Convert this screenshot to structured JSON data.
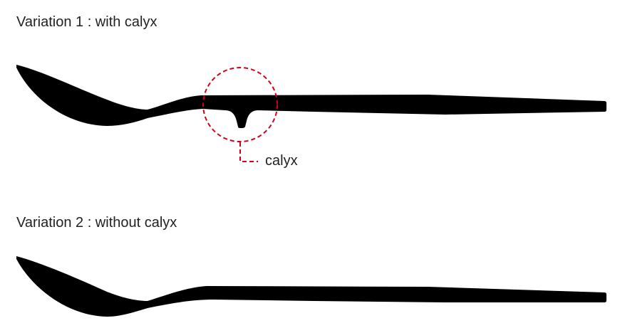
{
  "variation1": {
    "title": "Variation 1 : with calyx",
    "callout_label": "calyx"
  },
  "variation2": {
    "title": "Variation 2 : without calyx"
  },
  "colors": {
    "spoon": "#000000",
    "callout": "#d0021b",
    "text": "#222222"
  },
  "icons": [
    "spoon-with-calyx-illustration",
    "spoon-without-calyx-illustration"
  ]
}
